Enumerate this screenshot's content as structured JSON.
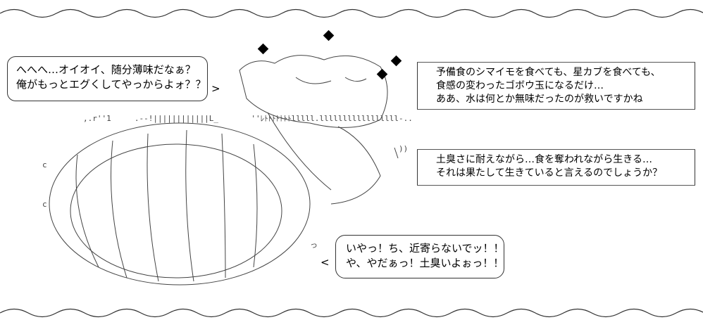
{
  "left_bubble": {
    "lines": [
      "へへへ…オイオイ、随分薄味だなぁ？",
      "俺がもっとエグくしてやっからよォ？？"
    ],
    "tail": ">"
  },
  "narration_top": {
    "lines": [
      "予備食のシマイモを食べても、星カブを食べても、",
      "食感の変わったゴボウ玉になるだけ…",
      "ああ、水は何とか無味だったのが救いですかね"
    ]
  },
  "narration_mid": {
    "lines": [
      "土臭さに耐えながら…食を奪われながら生きる…",
      "それは果たして生きていると言えるのでしょうか？"
    ]
  },
  "bottom_bubble": {
    "lines": [
      "いやっ！ち、近寄らないでッ！！",
      "や、やだぁっ！土臭いよぉっ！！"
    ],
    "tail": "<"
  }
}
